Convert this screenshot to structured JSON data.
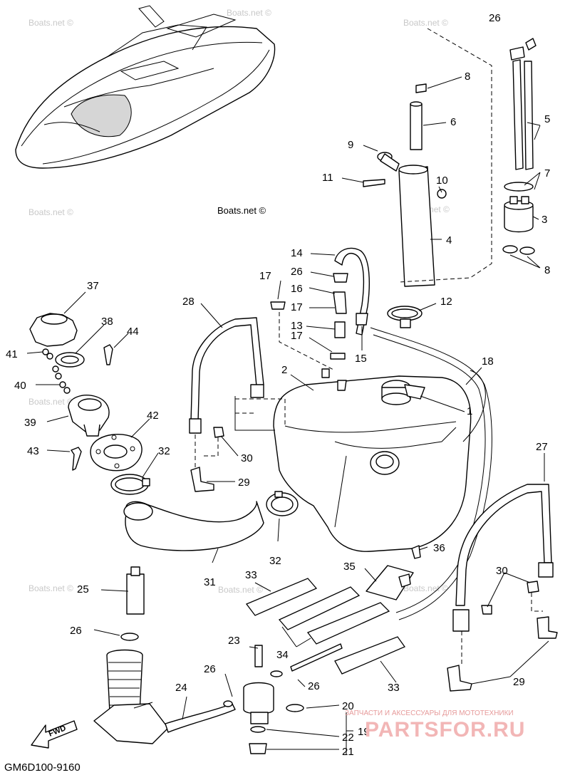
{
  "diagram_id": "GM6D100-9160",
  "credit": "Boats.net ©",
  "watermark_text": "Boats.net ©",
  "direction_label": "FWD",
  "stamp": {
    "brand": "PARTSFOR.RU",
    "tagline": "ЗАПЧАСТИ И АКСЕССУАРЫ ДЛЯ МОТОТЕХНИКИ"
  },
  "callouts": {
    "n1": "1",
    "n2": "2",
    "n3": "3",
    "n4": "4",
    "n5": "5",
    "n6": "6",
    "n7": "7",
    "n8a": "8",
    "n8b": "8",
    "n9": "9",
    "n10": "10",
    "n11": "11",
    "n12": "12",
    "n13": "13",
    "n14": "14",
    "n15": "15",
    "n16": "16",
    "n17a": "17",
    "n17b": "17",
    "n17c": "17",
    "n18": "18",
    "n19": "19",
    "n20": "20",
    "n21": "21",
    "n22": "22",
    "n23": "23",
    "n24": "24",
    "n25": "25",
    "n26a": "26",
    "n26b": "26",
    "n26c": "26",
    "n26d": "26",
    "n26e": "26",
    "n27": "27",
    "n28": "28",
    "n29a": "29",
    "n29b": "29",
    "n30a": "30",
    "n30b": "30",
    "n31": "31",
    "n32a": "32",
    "n32b": "32",
    "n33a": "33",
    "n33b": "33",
    "n34": "34",
    "n35": "35",
    "n36": "36",
    "n37": "37",
    "n38": "38",
    "n39": "39",
    "n40": "40",
    "n41": "41",
    "n42": "42",
    "n43": "43",
    "n44": "44"
  },
  "colors": {
    "line": "#000000",
    "watermark": "#c8c8c8",
    "stamp": "#f2b6b6"
  }
}
